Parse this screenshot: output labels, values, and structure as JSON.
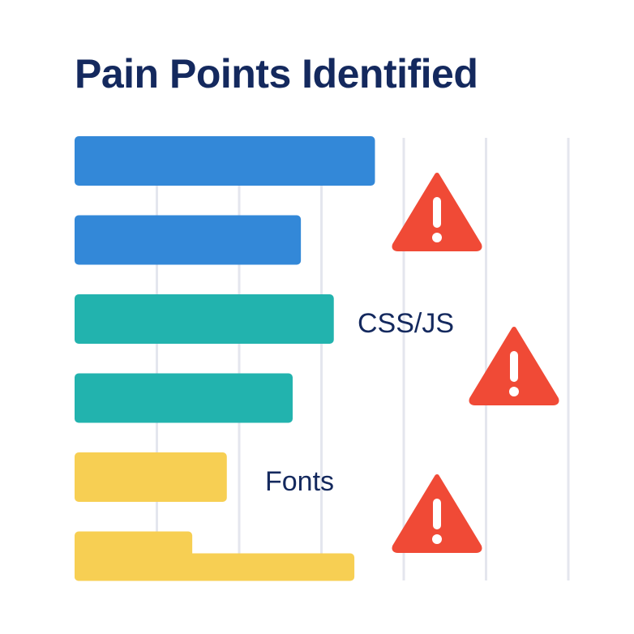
{
  "title": "Pain Points Identified",
  "chart_data": {
    "type": "bar",
    "orientation": "horizontal",
    "title": "Pain Points Identified",
    "xlim": [
      0,
      6
    ],
    "grid": true,
    "values": [
      3.65,
      2.75,
      3.15,
      2.65,
      1.85,
      1.43
    ],
    "stepped_second_segment": [
      {
        "bar_index": 5,
        "end_value": 3.4
      }
    ],
    "colors": [
      "#3388d8",
      "#3388d8",
      "#22b3ae",
      "#22b3ae",
      "#f7cf53",
      "#f7cf53"
    ],
    "annotations": [
      {
        "text": "CSS/JS",
        "after_bar_index": 2
      },
      {
        "text": "Fonts",
        "after_bar_index": 4
      }
    ],
    "warning_icons": [
      {
        "name": "warning-icon",
        "near_bar_index": 1
      },
      {
        "name": "warning-icon",
        "near_bar_index": 3
      },
      {
        "name": "warning-icon",
        "near_bar_index": 5
      }
    ]
  },
  "colors": {
    "title": "#14295e",
    "gridline": "#e4e6ee",
    "warning": "#f04a36"
  }
}
